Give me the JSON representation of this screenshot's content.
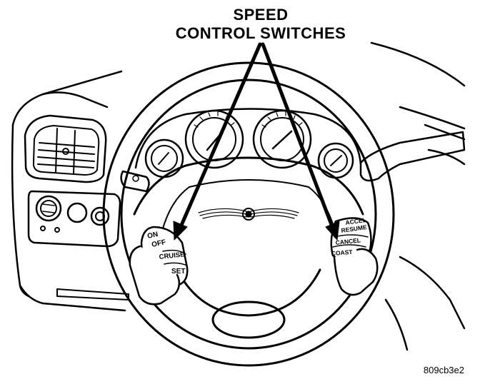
{
  "title": {
    "line1": "SPEED",
    "line2": "CONTROL SWITCHES"
  },
  "figure_id": "809cb3e2",
  "left_switch": {
    "labels": [
      "ON",
      "OFF",
      "CRUISE",
      "SET"
    ]
  },
  "right_switch": {
    "labels": [
      "ACCEL",
      "RESUME",
      "CANCEL",
      "COAST"
    ]
  }
}
